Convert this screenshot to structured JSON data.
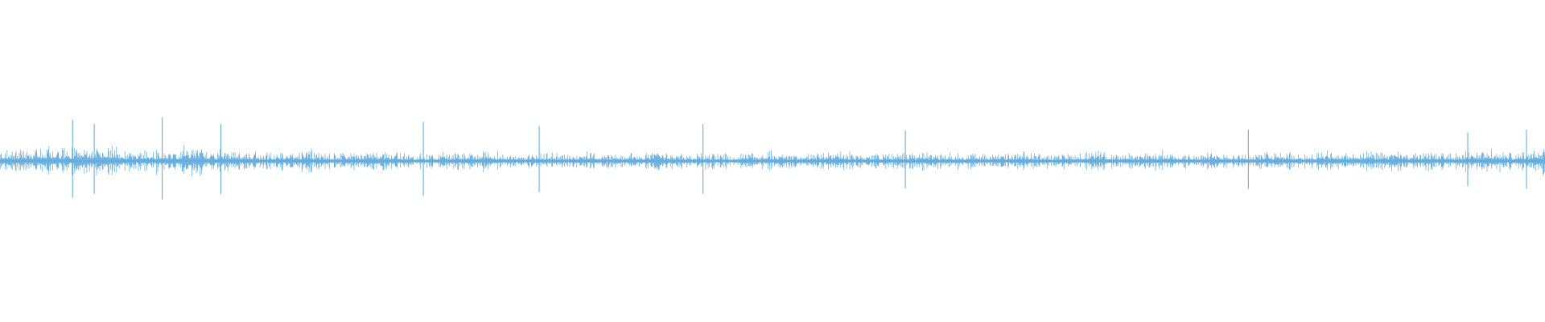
{
  "waveform": {
    "color": "#5aa7dc",
    "background": "#ffffff",
    "amplitude_profile": [
      0.35,
      0.45,
      0.4,
      0.38,
      0.42,
      0.55,
      0.48,
      0.4,
      0.62,
      0.5,
      0.58,
      0.66,
      0.45,
      0.38,
      0.35,
      0.4,
      0.42,
      0.45,
      0.35,
      0.52,
      0.65,
      0.4,
      0.38,
      0.42,
      0.35,
      0.3,
      0.32,
      0.28,
      0.3,
      0.33,
      0.35,
      0.38,
      0.4,
      0.3,
      0.28,
      0.26,
      0.28,
      0.3,
      0.35,
      0.4,
      0.32,
      0.3,
      0.28,
      0.26,
      0.25,
      0.28,
      0.3,
      0.34,
      0.38,
      0.3,
      0.42,
      0.35,
      0.28,
      0.25,
      0.24,
      0.26,
      0.3,
      0.28,
      0.26,
      0.25,
      0.3,
      0.32,
      0.28,
      0.26,
      0.24,
      0.26,
      0.28,
      0.3,
      0.32,
      0.28,
      0.26,
      0.24,
      0.26,
      0.3,
      0.28,
      0.26,
      0.25,
      0.28,
      0.3,
      0.34,
      0.32,
      0.28,
      0.26,
      0.25,
      0.26,
      0.3,
      0.35,
      0.32,
      0.28,
      0.26,
      0.3,
      0.28,
      0.26,
      0.3,
      0.34,
      0.36,
      0.3,
      0.28,
      0.26,
      0.32,
      0.3,
      0.28,
      0.26,
      0.25,
      0.28,
      0.3,
      0.32,
      0.28,
      0.26,
      0.25,
      0.28,
      0.3,
      0.32,
      0.35,
      0.3,
      0.28,
      0.26,
      0.28,
      0.3,
      0.32,
      0.34,
      0.3,
      0.28,
      0.26,
      0.28,
      0.3,
      0.32,
      0.3,
      0.28,
      0.26,
      0.3,
      0.34,
      0.32,
      0.3,
      0.28,
      0.3,
      0.32,
      0.34,
      0.3,
      0.28,
      0.3,
      0.32,
      0.34,
      0.36,
      0.32,
      0.3,
      0.32,
      0.34,
      0.3,
      0.28,
      0.3,
      0.34,
      0.38,
      0.4,
      0.36,
      0.34,
      0.32,
      0.36,
      0.42,
      0.48
    ],
    "spikes": [
      {
        "t": 0.047,
        "a": 0.95
      },
      {
        "t": 0.061,
        "a": 0.85
      },
      {
        "t": 0.105,
        "a": 1.0
      },
      {
        "t": 0.143,
        "a": 0.85
      },
      {
        "t": 0.274,
        "a": 0.9
      },
      {
        "t": 0.349,
        "a": 0.8
      },
      {
        "t": 0.455,
        "a": 0.85
      },
      {
        "t": 0.586,
        "a": 0.7
      },
      {
        "t": 0.808,
        "a": 0.72
      },
      {
        "t": 0.95,
        "a": 0.65
      },
      {
        "t": 0.988,
        "a": 0.72
      }
    ],
    "max_half_height_ratio": 0.075,
    "baseline_ratio": 0.5
  }
}
